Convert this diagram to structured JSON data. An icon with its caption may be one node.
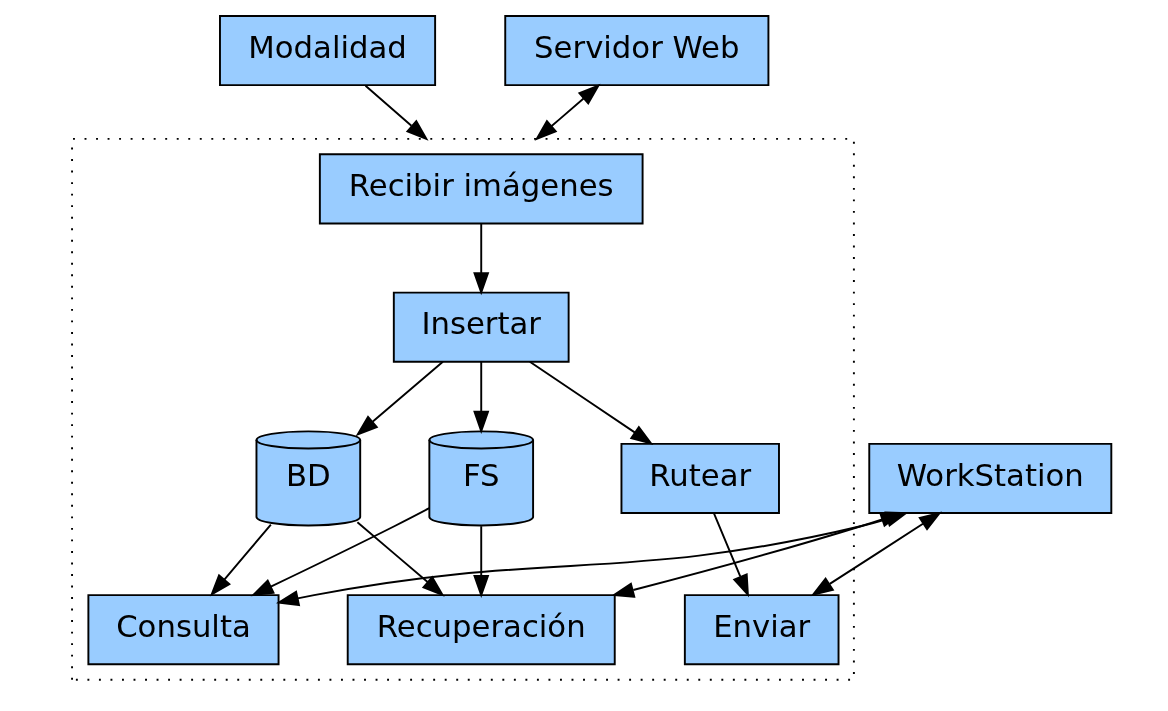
{
  "diagram": {
    "nodes": [
      {
        "text": [
          "Modalidad"
        ]
      },
      {
        "text": [
          "Servidor Web"
        ]
      },
      {
        "text": [],
        "shape": "box"
      },
      {
        "text": [
          "Recibir imágenes"
        ],
        "in": 2
      },
      {
        "text": [
          "BD"
        ],
        "in": 2
      },
      {
        "text": [
          "Insertar"
        ],
        "in": 2
      },
      {
        "text": [
          "Consulta"
        ],
        "in": 2
      },
      {
        "text": [
          "FS"
        ],
        "in": 2
      },
      {
        "text": [
          "WorkStation"
        ]
      },
      {
        "text": [
          "Rutear"
        ],
        "in": 2
      },
      {
        "text": [
          "Recuperación"
        ],
        "in": 2
      },
      {
        "text": [
          "Enviar"
        ],
        "in": 2
      }
    ],
    "edges": [
      {
        "from": 0,
        "to": 2,
        "arrow": "to"
      },
      {
        "from": 1,
        "to": 2,
        "arrow": "both"
      },
      {
        "from": 3,
        "to": 5,
        "arrow": "to"
      },
      {
        "from": 5,
        "to": 4,
        "arrow": "to"
      },
      {
        "from": 5,
        "to": 7,
        "arrow": "to"
      },
      {
        "from": 4,
        "to": 6,
        "arrow": "to"
      },
      {
        "from": 4,
        "to": 10,
        "arrow": "to"
      },
      {
        "from": 7,
        "to": 6,
        "arrow": "to"
      },
      {
        "from": 7,
        "to": 10,
        "arrow": "to"
      },
      {
        "from": 8,
        "to": 6,
        "arrow": "both"
      },
      {
        "from": 8,
        "to": 10,
        "arrow": "both"
      },
      {
        "from": 5,
        "to": 9,
        "arrow": "to"
      },
      {
        "from": 9,
        "to": 11,
        "arrow": "to"
      },
      {
        "from": 8,
        "to": 11,
        "arrow": "both"
      }
    ]
  }
}
